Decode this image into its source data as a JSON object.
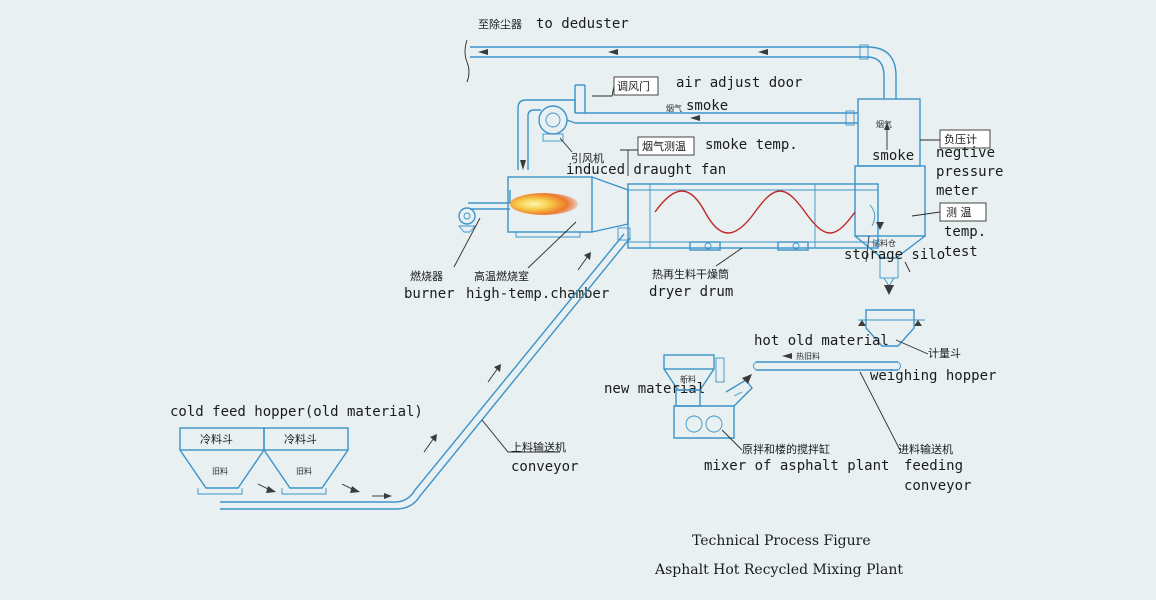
{
  "labels": {
    "deduster_cn": "至除尘器",
    "deduster_en": "to deduster",
    "air_door_cn": "调风门",
    "air_door_en": "air adjust door",
    "smoke_small_cn": "烟气",
    "smoke_en": "smoke",
    "fan_cn": "引风机",
    "fan_en": "induced draught fan",
    "smoke_temp_cn": "烟气测温",
    "smoke_temp_en": "smoke temp.",
    "pressure_cn": "负压计",
    "pressure_en_1": "negtive",
    "pressure_en_2": "pressure",
    "pressure_en_3": "meter",
    "tower_smoke_cn": "烟气",
    "tower_smoke_en": "smoke",
    "temp_cn": "测 温",
    "temp_en_1": "temp.",
    "temp_en_2": "test",
    "silo_cn": "储料仓",
    "silo_en": "storage silo",
    "burner_cn": "燃烧器",
    "burner_en": "burner",
    "chamber_cn": "高温燃烧室",
    "chamber_en": "high-temp.chamber",
    "drum_cn": "热再生料干燥筒",
    "drum_en": "dryer drum",
    "hot_old_en": "hot old material",
    "hot_old_cn": "热旧料",
    "weigh_cn": "计量斗",
    "weigh_en": "weighing hopper",
    "new_small_cn": "新料",
    "new_en": "new material",
    "cold_feed_en": "cold feed hopper(old material)",
    "cold_cn_1": "冷料斗",
    "cold_cn_2": "冷料斗",
    "old_cn_1": "旧料",
    "old_cn_2": "旧料",
    "conveyor_cn": "上料输送机",
    "conveyor_en": "conveyor",
    "mixer_cn": "原拌和楼的搅拌缸",
    "mixer_en": "mixer of asphalt plant",
    "feeding_cn": "进料输送机",
    "feeding_en_1": "feeding",
    "feeding_en_2": "conveyor"
  },
  "caption": {
    "line1": "Technical Process Figure",
    "line2": "Asphalt Hot Recycled Mixing Plant"
  },
  "colors": {
    "pipe": "#3d93c9",
    "flame_outer": "#e8531a",
    "flame_inner": "#f6d04d",
    "background": "#e8f0f1"
  }
}
